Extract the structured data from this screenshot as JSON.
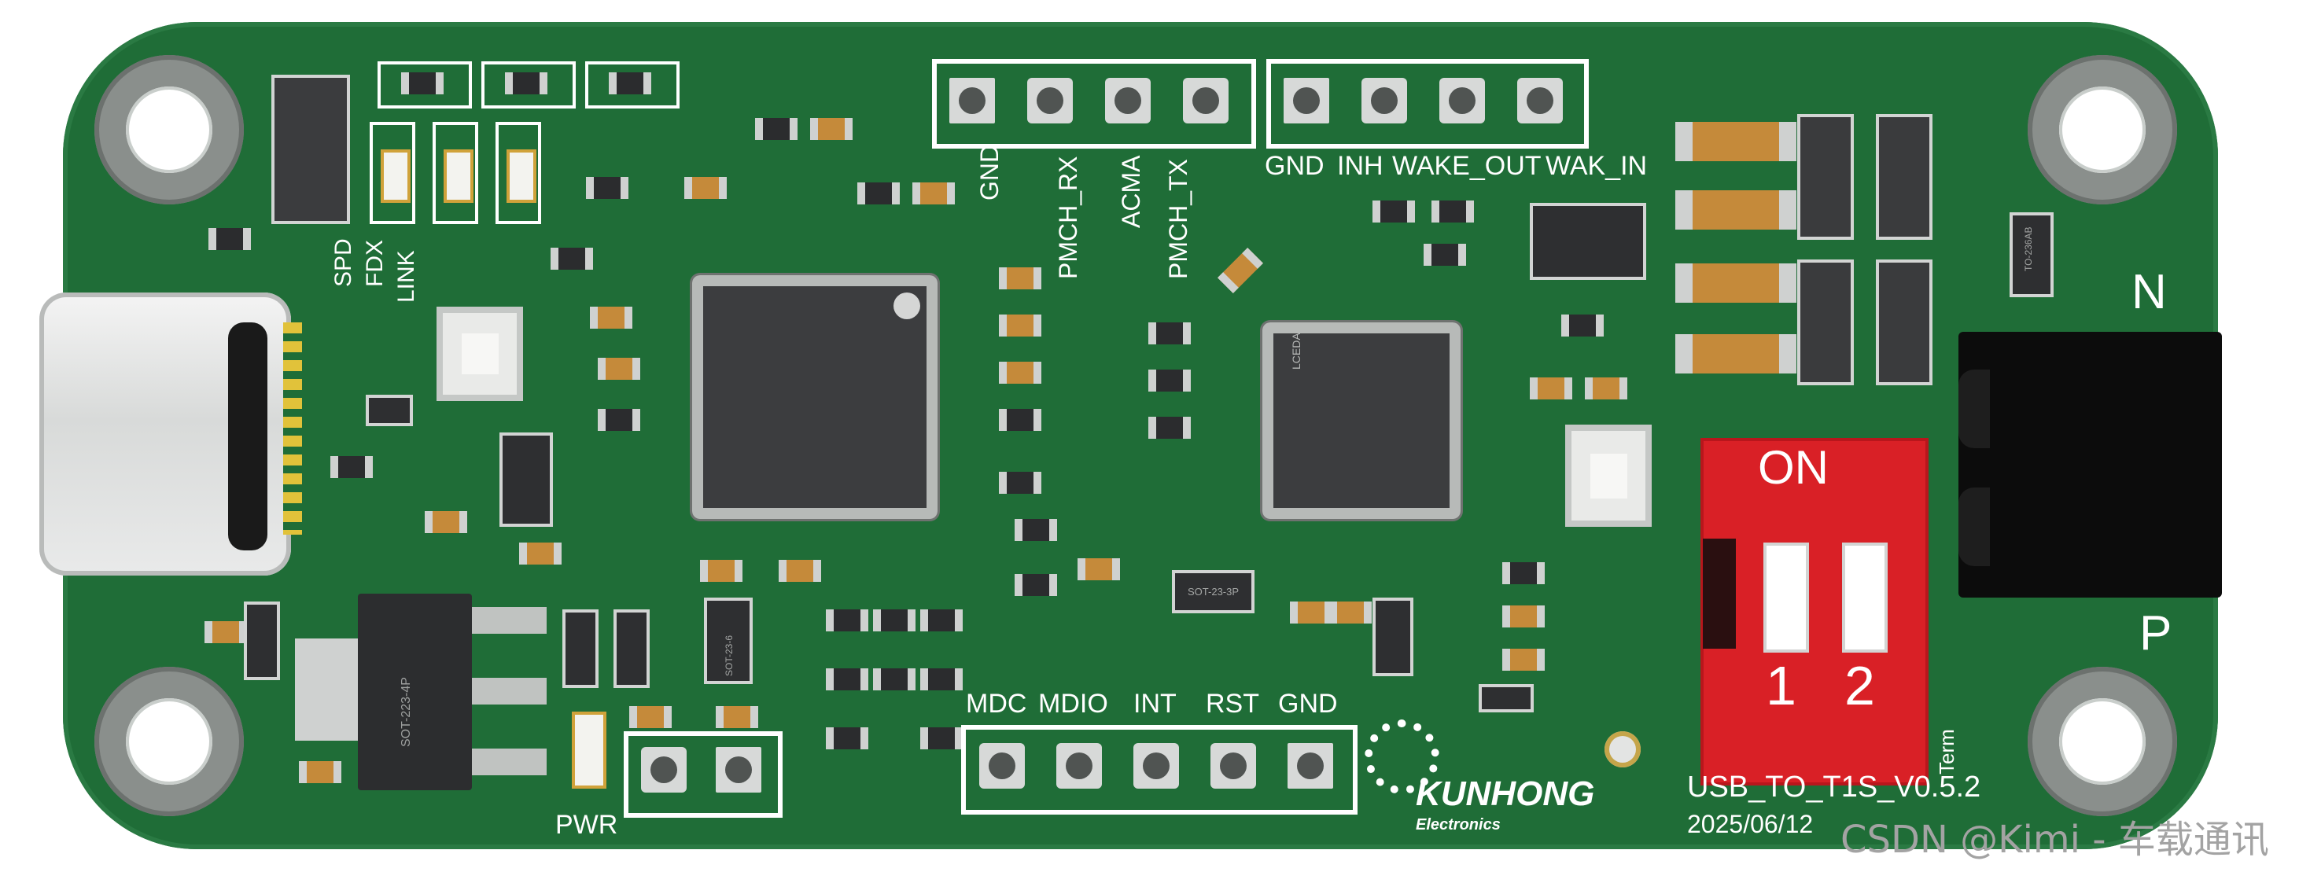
{
  "image": {
    "subject": "green PCB board with USB-C connector, ICs, headers and DIP switch",
    "colors": {
      "board": "#1f6d37",
      "silkscreen": "#ffffff",
      "dip_switch": "#d92026",
      "connector": "#0d0d0d",
      "watermark": "#9a9a9a"
    }
  },
  "silkscreen": {
    "top_header_left": [
      "GND",
      "PMCH_RX",
      "ACMA",
      "PMCH_TX"
    ],
    "top_header_right": [
      "GND",
      "INH",
      "WAKE_OUT",
      "WAK_IN"
    ],
    "bottom_header": [
      "MDC",
      "MDIO",
      "INT",
      "RST",
      "GND"
    ],
    "leds": [
      "SPD",
      "FDX",
      "LINK"
    ],
    "pwr": "PWR",
    "n_label": "N",
    "p_label": "P",
    "switch_on": "ON",
    "switch_1": "1",
    "switch_2": "2",
    "term_label": "Term",
    "version": "USB_TO_T1S_V0.5.2",
    "date": "2025/06/12",
    "logo_name": "KUNHONG",
    "logo_sub": "Electronics",
    "sot223": "SOT-223-4P",
    "sot23": "SOT-23-3P",
    "to236": "TO-236AB",
    "sot236": "SOT-23-6"
  },
  "watermark": "CSDN @Kimi - 车载通讯"
}
